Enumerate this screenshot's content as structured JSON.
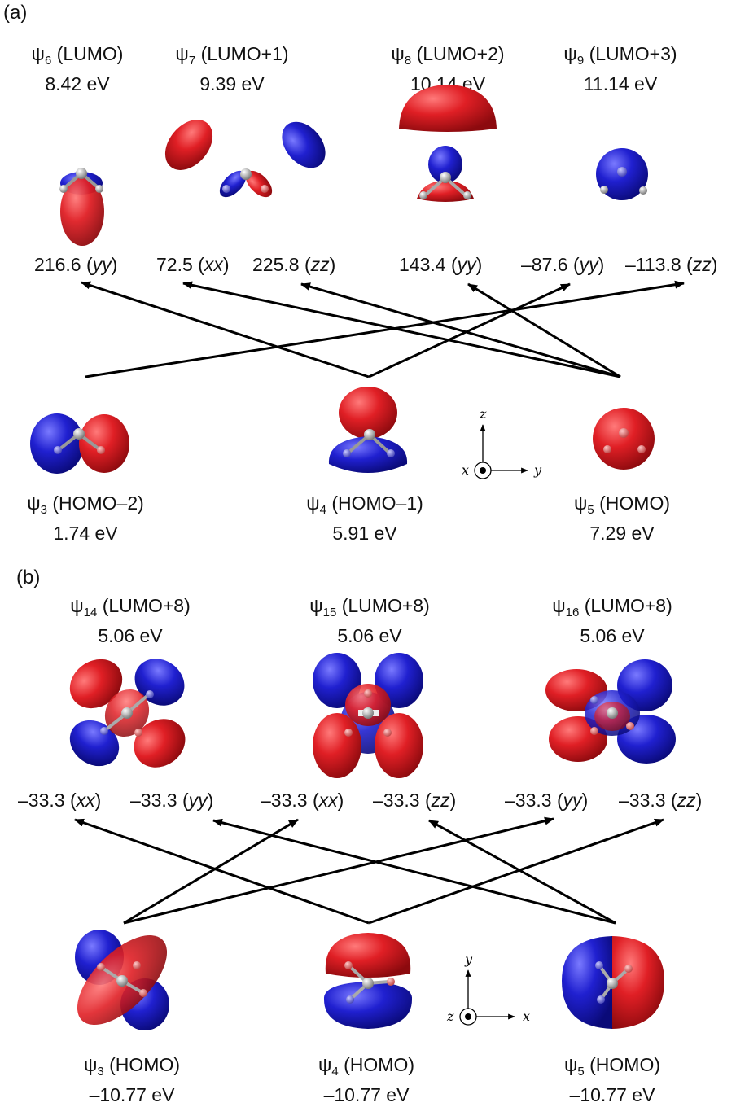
{
  "panel_a": {
    "label": "(a)",
    "lumos": [
      {
        "psi": "ψ",
        "idx": "6",
        "name": "(LUMO)",
        "energy": "8.42 eV"
      },
      {
        "psi": "ψ",
        "idx": "7",
        "name": "(LUMO+1)",
        "energy": "9.39 eV"
      },
      {
        "psi": "ψ",
        "idx": "8",
        "name": "(LUMO+2)",
        "energy": "10.14 eV"
      },
      {
        "psi": "ψ",
        "idx": "9",
        "name": "(LUMO+3)",
        "energy": "11.14 eV"
      }
    ],
    "values": [
      {
        "num": "216.6",
        "comp": "yy"
      },
      {
        "num": "72.5",
        "comp": "xx"
      },
      {
        "num": "225.8",
        "comp": "zz"
      },
      {
        "num": "143.4",
        "comp": "yy"
      },
      {
        "num": "–87.6",
        "comp": "yy"
      },
      {
        "num": "–113.8",
        "comp": "zz"
      }
    ],
    "homos": [
      {
        "psi": "ψ",
        "idx": "3",
        "name": "(HOMO–2)",
        "energy": "1.74 eV"
      },
      {
        "psi": "ψ",
        "idx": "4",
        "name": "(HOMO–1)",
        "energy": "5.91 eV"
      },
      {
        "psi": "ψ",
        "idx": "5",
        "name": "(HOMO)",
        "energy": "7.29 eV"
      }
    ],
    "axes": {
      "up": "z",
      "dot": "x",
      "right": "y"
    }
  },
  "panel_b": {
    "label": "(b)",
    "lumos": [
      {
        "psi": "ψ",
        "idx": "14",
        "name": "(LUMO+8)",
        "energy": "5.06 eV"
      },
      {
        "psi": "ψ",
        "idx": "15",
        "name": "(LUMO+8)",
        "energy": "5.06 eV"
      },
      {
        "psi": "ψ",
        "idx": "16",
        "name": "(LUMO+8)",
        "energy": "5.06 eV"
      }
    ],
    "values": [
      {
        "num": "–33.3",
        "comp": "xx"
      },
      {
        "num": "–33.3",
        "comp": "yy"
      },
      {
        "num": "–33.3",
        "comp": "xx"
      },
      {
        "num": "–33.3",
        "comp": "zz"
      },
      {
        "num": "–33.3",
        "comp": "yy"
      },
      {
        "num": "–33.3",
        "comp": "zz"
      }
    ],
    "homos": [
      {
        "psi": "ψ",
        "idx": "3",
        "name": "(HOMO)",
        "energy": "–10.77 eV"
      },
      {
        "psi": "ψ",
        "idx": "4",
        "name": "(HOMO)",
        "energy": "–10.77 eV"
      },
      {
        "psi": "ψ",
        "idx": "5",
        "name": "(HOMO)",
        "energy": "–10.77 eV"
      }
    ],
    "axes": {
      "up": "y",
      "dot": "z",
      "right": "x"
    }
  },
  "colors": {
    "positive_lobe": "#d81c22",
    "negative_lobe": "#1a1ac8",
    "arrow": "#000000"
  }
}
